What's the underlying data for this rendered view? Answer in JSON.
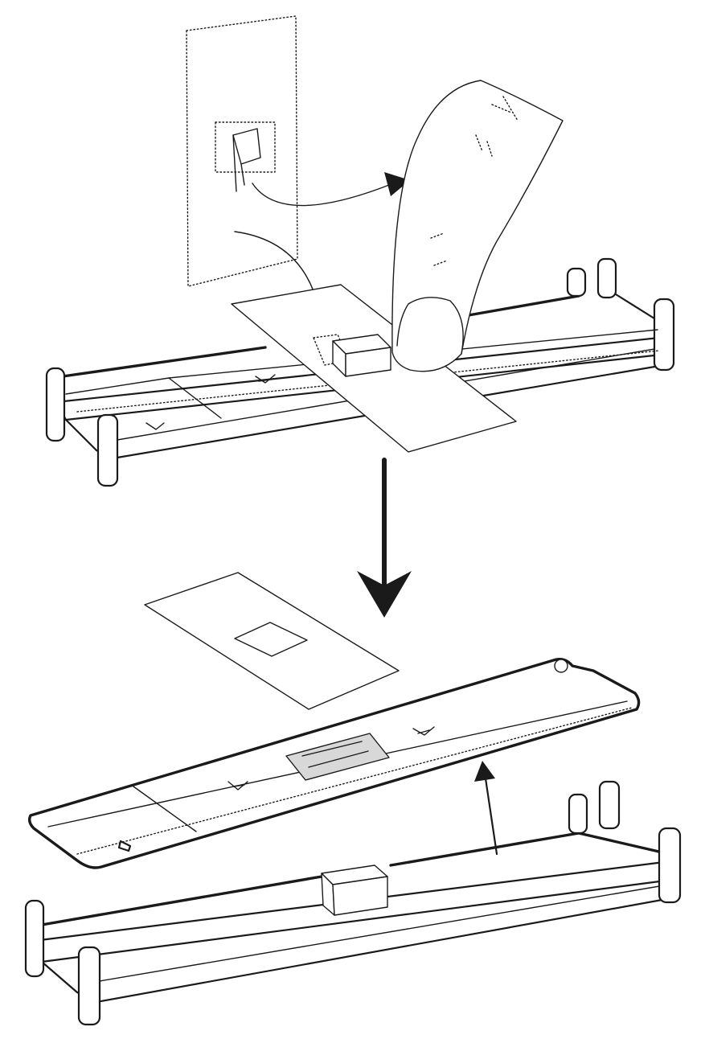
{
  "figure": {
    "description_labels": [],
    "colors": {
      "ink": "#1a1a1a",
      "background": "#ffffff",
      "shade": "#d8d8d8"
    },
    "icons": [
      "slide-rack",
      "glass-slide",
      "coverslip-film",
      "finger",
      "tissue-block",
      "flow-arrow"
    ]
  }
}
